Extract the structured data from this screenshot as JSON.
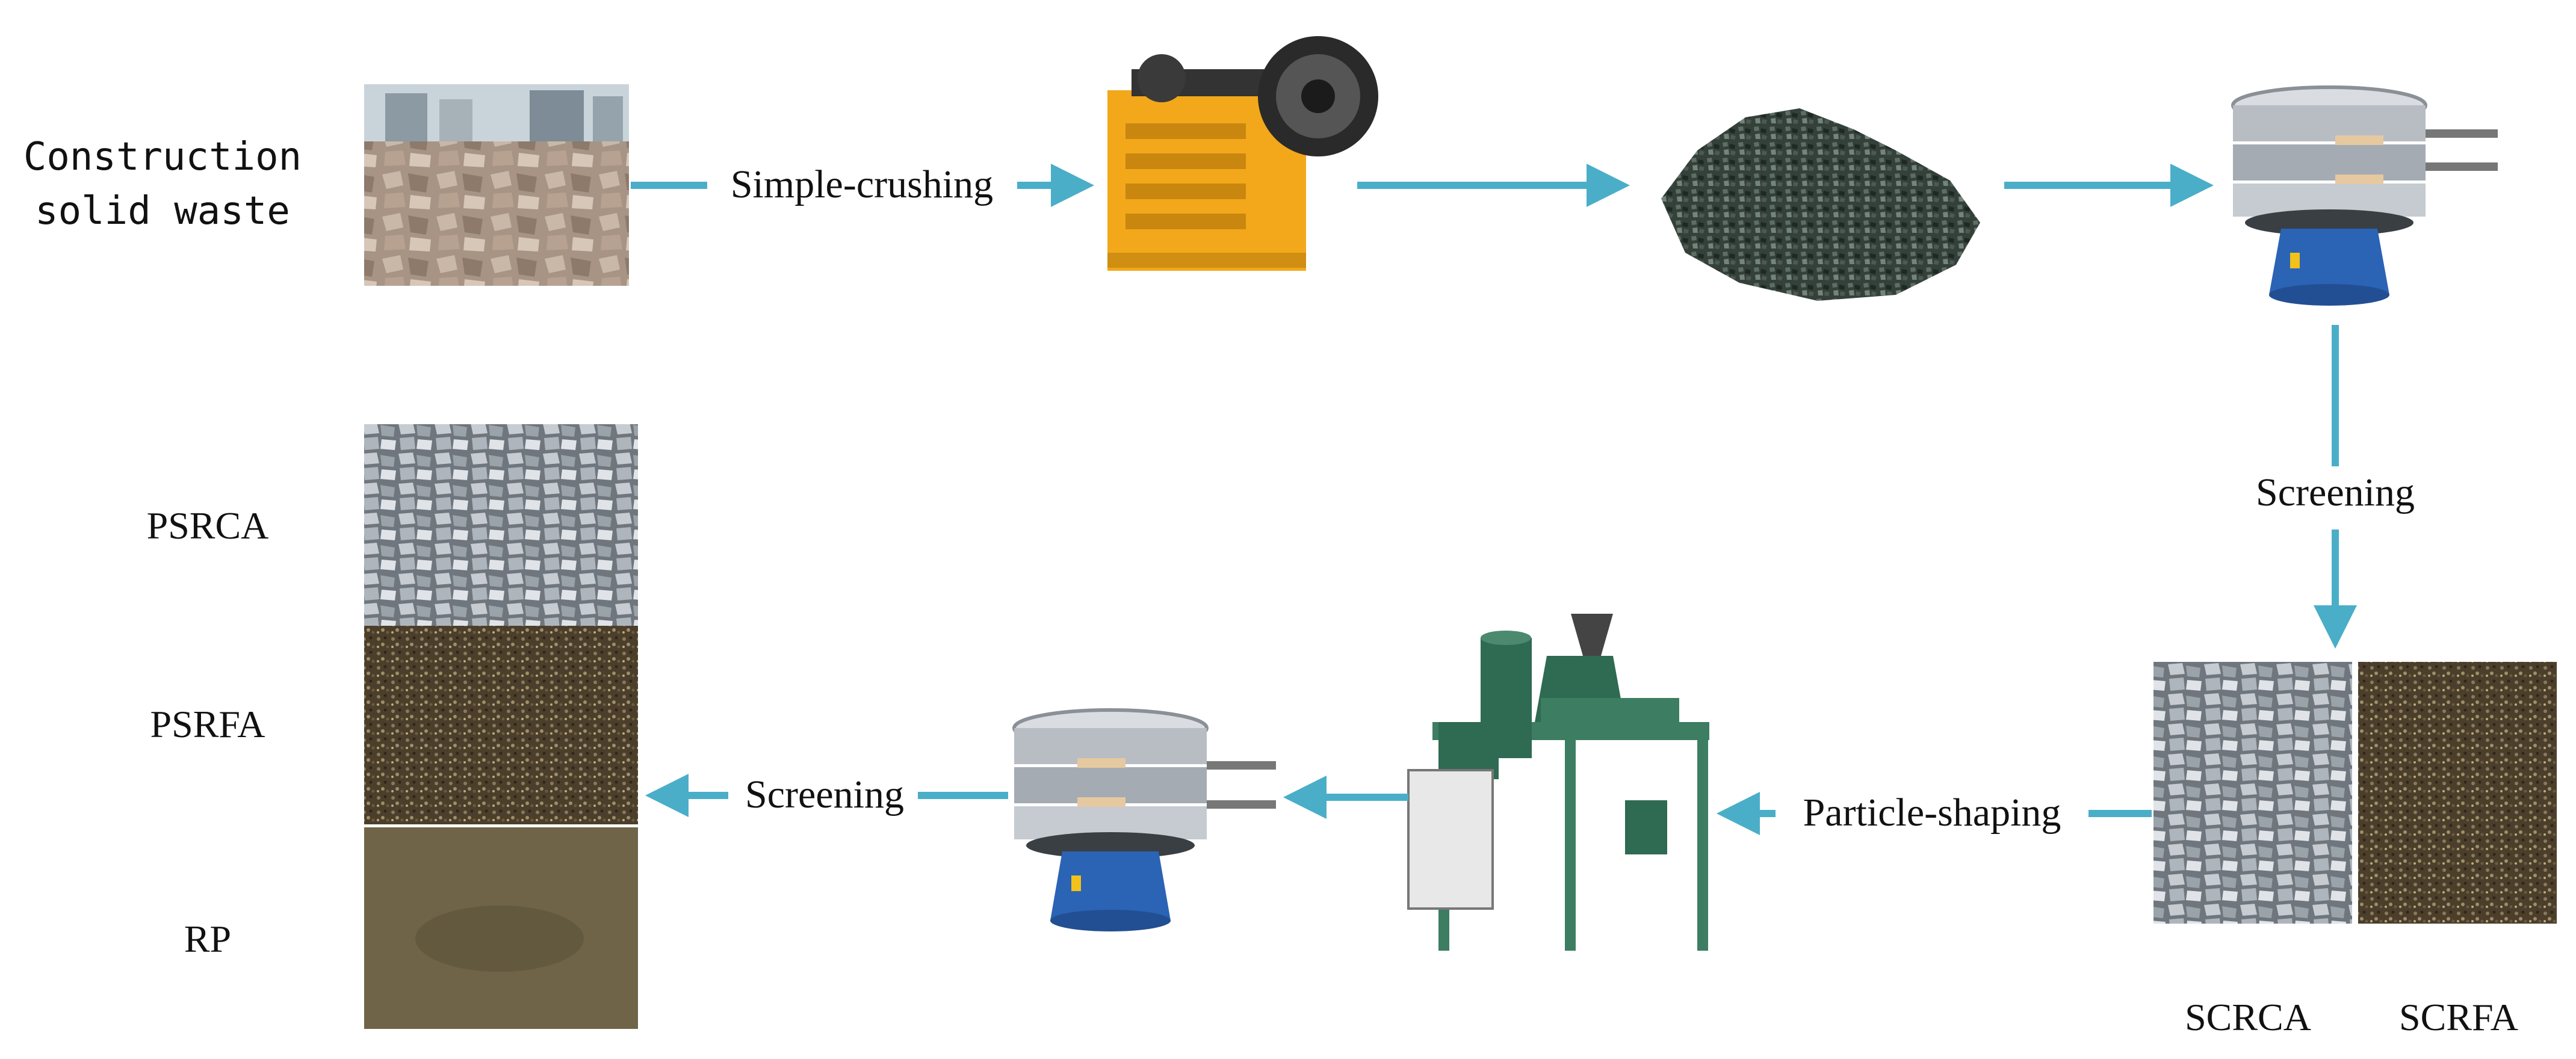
{
  "labels": {
    "construction_line1": "Construction",
    "construction_line2": "solid waste",
    "simple_crushing": "Simple-crushing",
    "screening_top": "Screening",
    "particle_shaping": "Particle-shaping",
    "screening_bottom": "Screening",
    "scrca": "SCRCA",
    "scrfa": "SCRFA",
    "psrca": "PSRCA",
    "psrfa": "PSRFA",
    "rp": "RP"
  },
  "colors": {
    "arrow": "#4aaec8",
    "crusher": "#f2a81a",
    "screen_base": "#2b63b5",
    "aggregate_grey": "#8e959c",
    "aggregate_dark": "#3b4a3f",
    "fine_brown": "#5a4a33",
    "powder": "#6f6448",
    "machine_green": "#2f6a52"
  },
  "icons": {
    "rubble_photo": "rubble-photo",
    "jaw_crusher": "jaw-crusher-icon",
    "crushed_pile": "crushed-aggregate-pile",
    "vibrating_screen": "vibrating-screen-icon",
    "shaping_machine": "particle-shaping-machine-icon"
  }
}
